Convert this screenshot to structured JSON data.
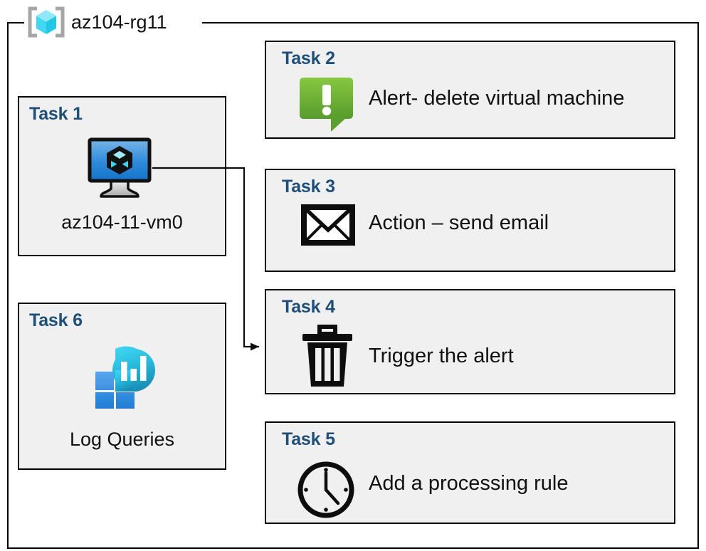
{
  "resource_group": {
    "name": "az104-rg11",
    "icon": "resource-group-cube-icon"
  },
  "colors": {
    "task_title": "#1F4E79",
    "card_background": "#F0F0F0",
    "card_border": "#000000",
    "alert_green_light": "#82C341",
    "alert_green_dark": "#5A9E2F",
    "vm_blue_light": "#6BACE4",
    "vm_blue_dark": "#1878CE",
    "log_square_light": "#4D9BE8",
    "log_square_dark": "#2A86DD",
    "log_teardrop_top": "#34CDE9",
    "log_teardrop_bottom": "#1A8CB4",
    "rg_cube_top": "#8FE8F7",
    "rg_cube_side": "#2FD3EE",
    "rg_bracket": "#A6A6A6"
  },
  "cards": {
    "task1": {
      "title": "Task 1",
      "caption": "az104-11-vm0",
      "icon": "virtual-machine-icon"
    },
    "task2": {
      "title": "Task 2",
      "label": "Alert- delete virtual machine",
      "icon": "alert-callout-icon"
    },
    "task3": {
      "title": "Task 3",
      "label": "Action – send email",
      "icon": "envelope-icon"
    },
    "task4": {
      "title": "Task 4",
      "label": "Trigger the alert",
      "icon": "trash-can-icon"
    },
    "task5": {
      "title": "Task 5",
      "label": "Add a processing rule",
      "icon": "clock-icon"
    },
    "task6": {
      "title": "Task 6",
      "caption": "Log Queries",
      "icon": "log-analytics-icon"
    }
  },
  "connector": {
    "from": "task1-virtual-machine-icon",
    "to": "task4-card",
    "style": "orthogonal-arrow"
  }
}
